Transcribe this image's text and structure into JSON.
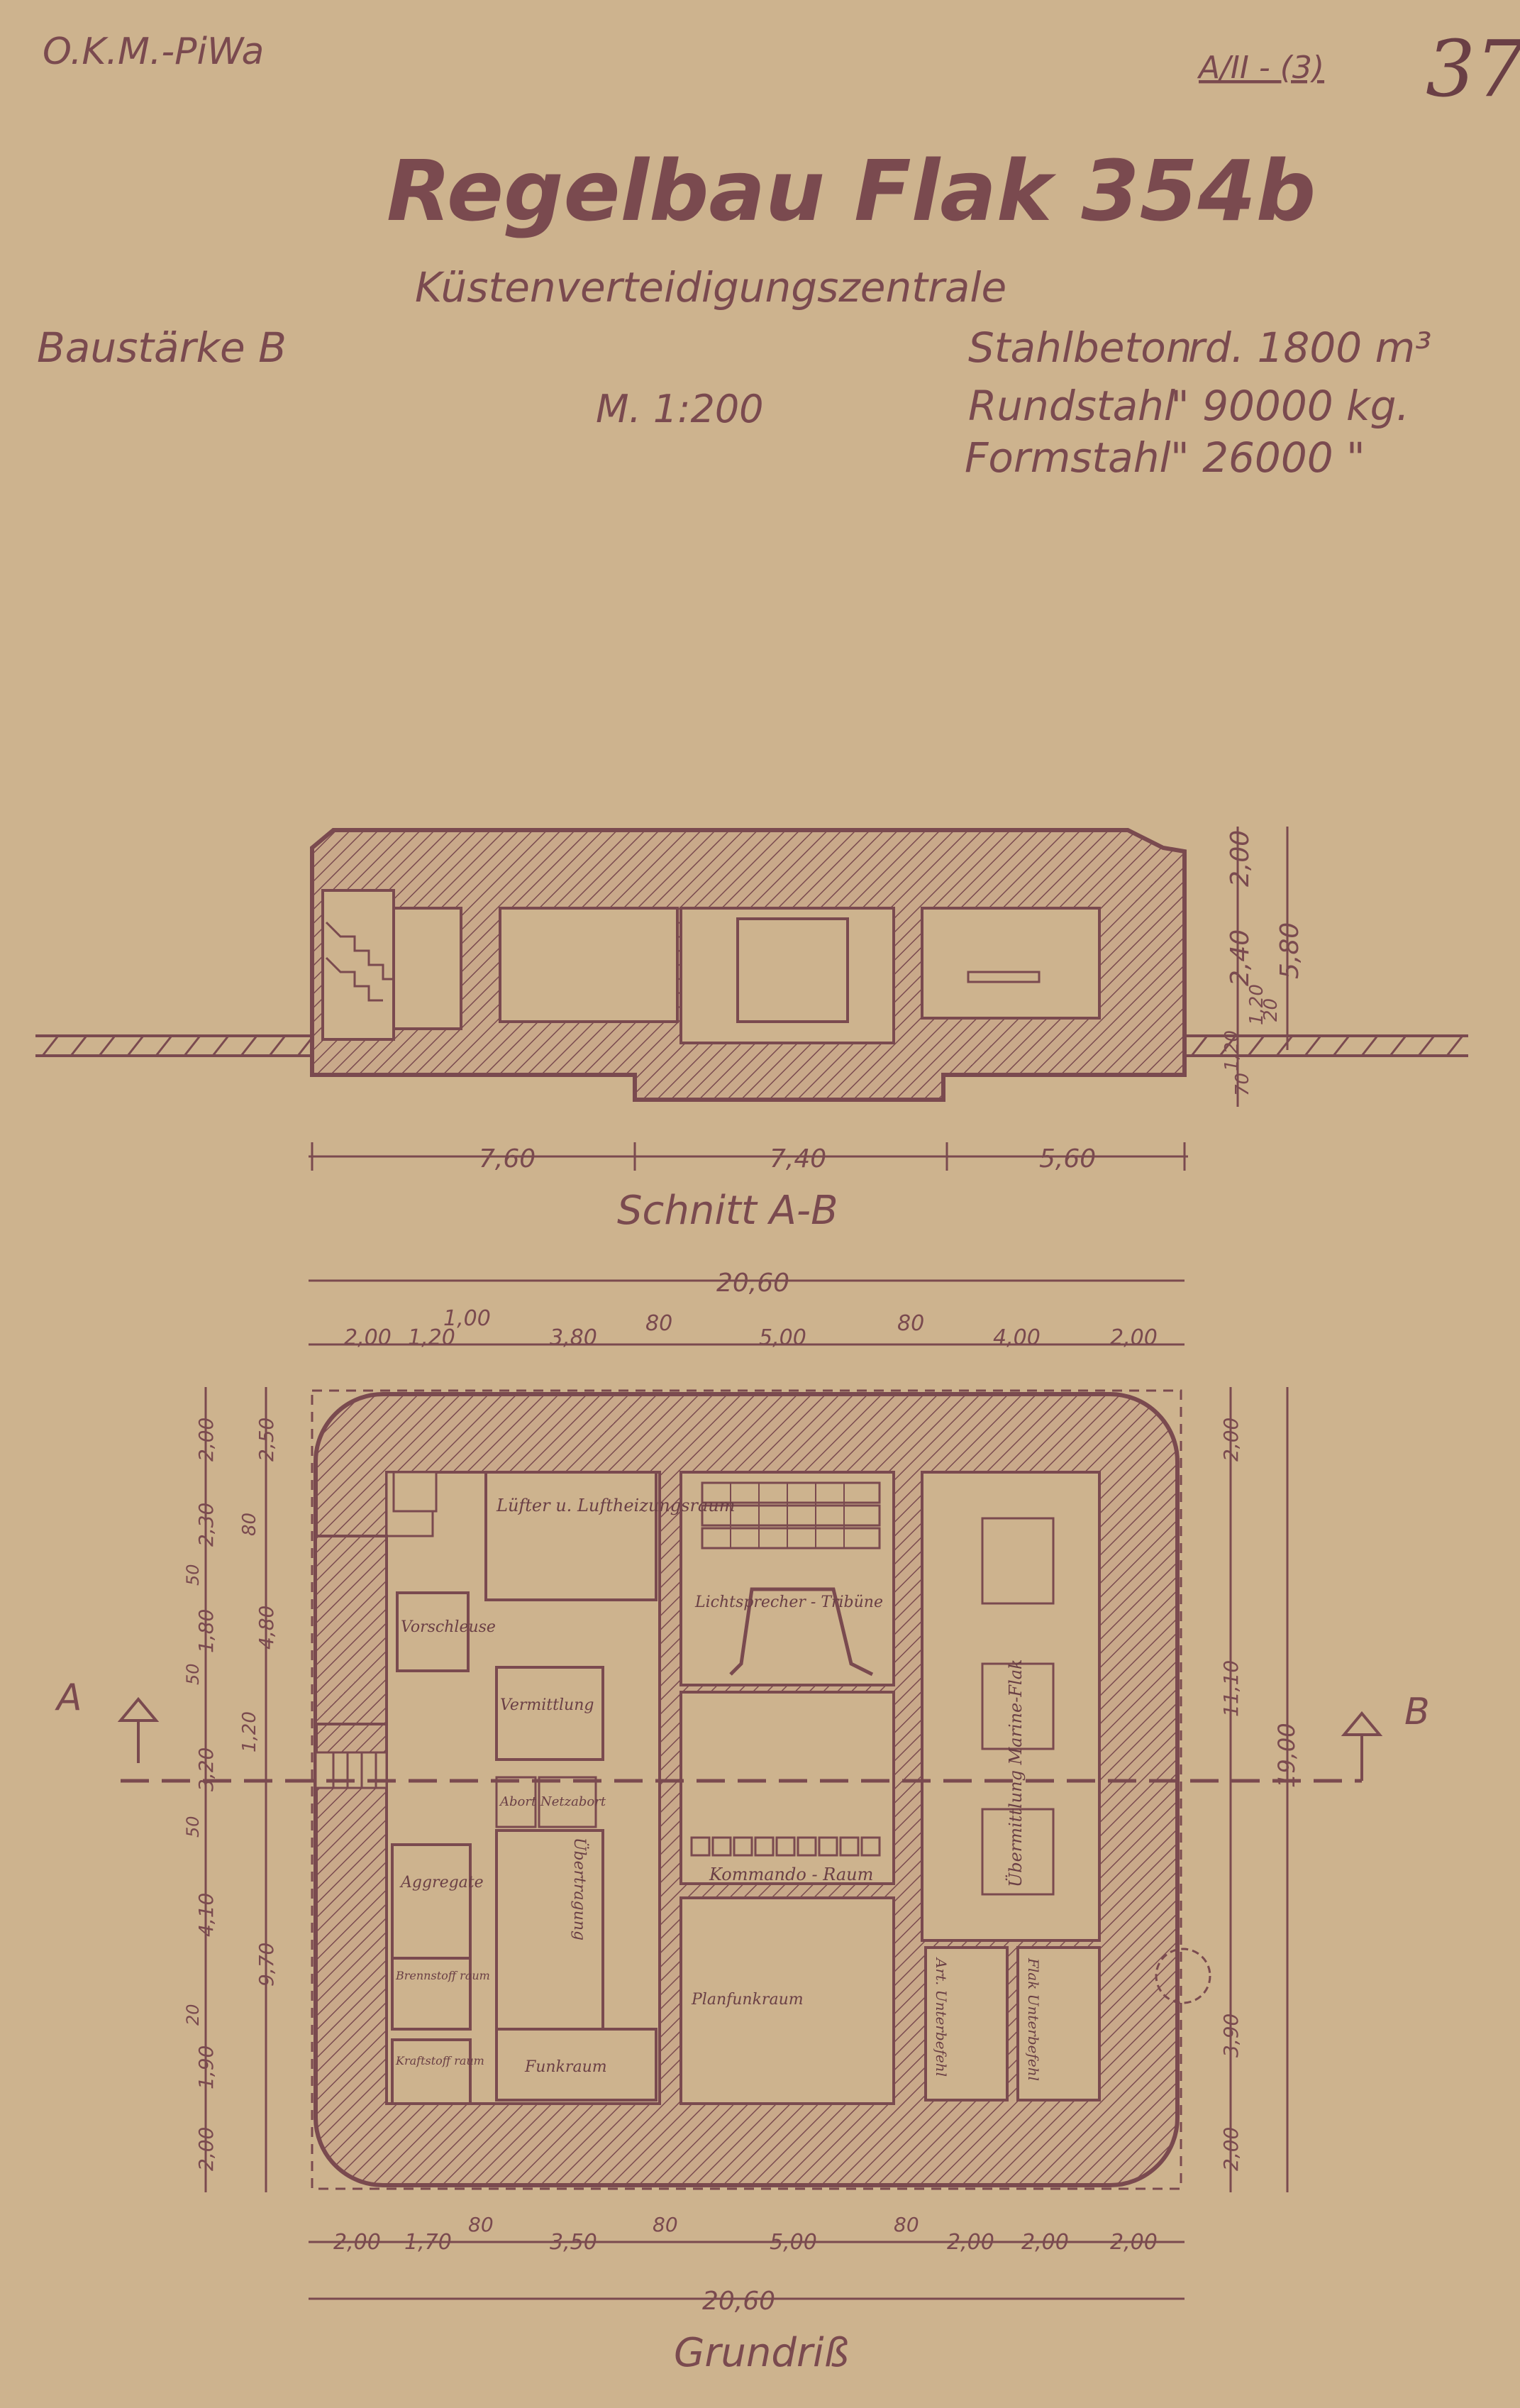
{
  "header": {
    "office": "O.K.M.-PiWa",
    "sheet_ref": "A/II - (3)",
    "sheet_no": "37",
    "title": "Regelbau Flak 354b",
    "subtitle": "Küstenverteidigungszentrale",
    "strength": "Baustärke B",
    "scale": "M. 1:200"
  },
  "quantities": [
    {
      "label": "Stahlbeton",
      "value": "rd. 1800 m³"
    },
    {
      "label": "Rundstahl",
      "value": "\" 90000 kg."
    },
    {
      "label": "Formstahl",
      "value": "\" 26000 \""
    }
  ],
  "section": {
    "title": "Schnitt A-B",
    "bottom_dims": [
      "7,60",
      "7,40",
      "5,60"
    ],
    "right_dims": [
      "2,00",
      "2,40",
      "1,20",
      "20",
      "1,20",
      "70"
    ],
    "total_height": "5,80"
  },
  "plan": {
    "title": "Grundriß",
    "top_total": "20,60",
    "top_dims": [
      "2,00",
      "1,20",
      "1,00",
      "3,80",
      "80",
      "5,00",
      "80",
      "4,00",
      "2,00"
    ],
    "bottom_total": "20,60",
    "bottom_dims": [
      "2,00",
      "1,70",
      "80",
      "3,50",
      "80",
      "5,00",
      "80",
      "2,00",
      "2,00",
      "2,00"
    ],
    "left_dims": [
      "2,00",
      "2,50",
      "2,30",
      "80",
      "50",
      "1,80",
      "50",
      "4,80",
      "1,20",
      "3,20",
      "50",
      "4,10",
      "9,70",
      "20",
      "1,90",
      "2,00"
    ],
    "right_dims": [
      "2,00",
      "11,10",
      "19,00",
      "3,90",
      "2,00"
    ],
    "section_marks": [
      "A",
      "B"
    ],
    "rooms": [
      "Lüfter u. Luftheizungsraum",
      "Vorschleuse",
      "Vermittlung",
      "Abort",
      "Netzabort",
      "Lichtsprecher - Tribüne",
      "Kommando - Raum",
      "Übertragung",
      "Planfunkraum",
      "Funkraum",
      "Aggregate",
      "Brennstoff raum",
      "Kraftstoff raum",
      "Übermittlung Marine-Flak",
      "Art. Unterbefehl",
      "Flak Unterbefehl"
    ]
  }
}
